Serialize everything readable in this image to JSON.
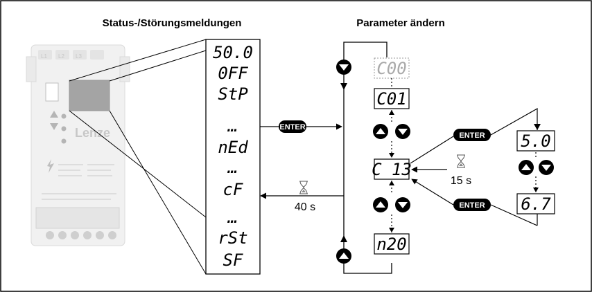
{
  "headers": {
    "status": "Status-/Störungsmeldungen",
    "params": "Parameter ändern"
  },
  "status_display": {
    "items": [
      "50.0",
      "0FF",
      "StP",
      "…",
      "nEd",
      "…",
      "cF",
      "…",
      "rSt",
      "SF"
    ]
  },
  "device": {
    "brand": "Lenze",
    "terminals": [
      "L1",
      "L2",
      "L3"
    ]
  },
  "param_display": {
    "c00": "C00",
    "c01": "C01",
    "c13": "C 13",
    "n20": "n20",
    "val_a": "5.0",
    "val_b": "6.7"
  },
  "buttons": {
    "enter_label": "ENTER"
  },
  "timers": {
    "t40": "40 s",
    "t15": "15 s"
  }
}
